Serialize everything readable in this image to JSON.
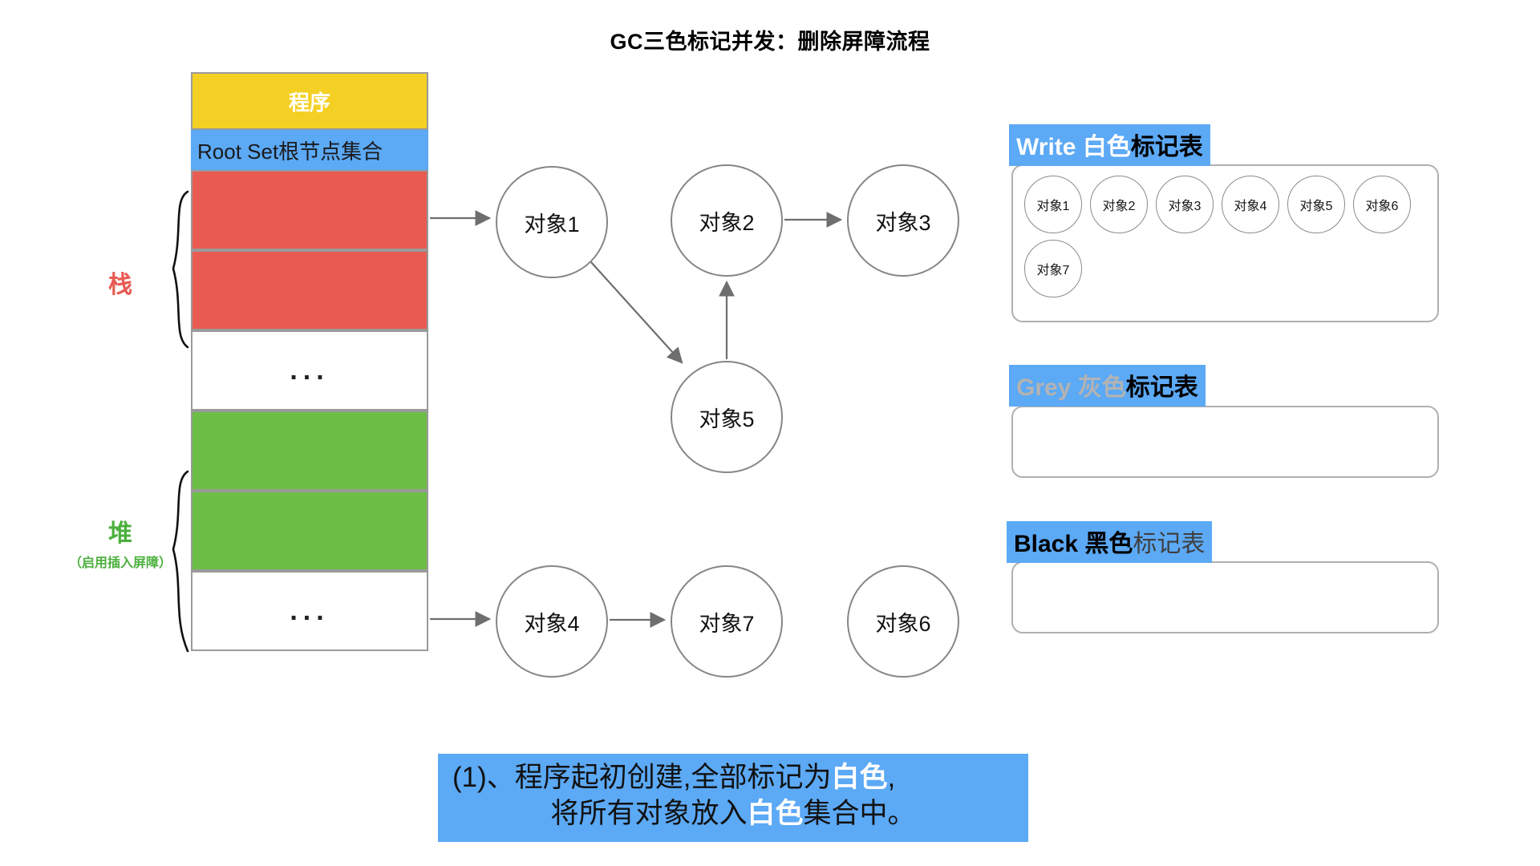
{
  "title": "GC三色标记并发：删除屏障流程",
  "memory": {
    "program_label": "程序",
    "rootset_label": "Root Set根节点集合",
    "ellipsis": "...",
    "stack_label": "栈",
    "heap_label": "堆",
    "heap_sublabel": "（启用插入屏障）"
  },
  "graph": {
    "nodes": [
      {
        "id": "obj1",
        "label": "对象1"
      },
      {
        "id": "obj2",
        "label": "对象2"
      },
      {
        "id": "obj3",
        "label": "对象3"
      },
      {
        "id": "obj5",
        "label": "对象5"
      },
      {
        "id": "obj4",
        "label": "对象4"
      },
      {
        "id": "obj7",
        "label": "对象7"
      },
      {
        "id": "obj6",
        "label": "对象6"
      }
    ],
    "edges": [
      {
        "from": "rootset-stack",
        "to": "obj1"
      },
      {
        "from": "obj1",
        "to": "obj5"
      },
      {
        "from": "obj5",
        "to": "obj2"
      },
      {
        "from": "obj2",
        "to": "obj3"
      },
      {
        "from": "heap-slot",
        "to": "obj4"
      },
      {
        "from": "obj4",
        "to": "obj7"
      }
    ]
  },
  "tables": [
    {
      "id": "white",
      "header_en": "Write",
      "header_color_cn": "白色",
      "header_suffix": "标记表",
      "items": [
        "对象1",
        "对象2",
        "对象3",
        "对象4",
        "对象5",
        "对象6",
        "对象7"
      ]
    },
    {
      "id": "grey",
      "header_en": "Grey",
      "header_color_cn": "灰色",
      "header_suffix": "标记表",
      "items": []
    },
    {
      "id": "black",
      "header_en": "Black",
      "header_color_cn": "黑色",
      "header_suffix": "标记表",
      "items": []
    }
  ],
  "caption": {
    "line1_pre": "(1)、程序起初创建,全部标记为",
    "line1_hl": "白色",
    "line1_post": ",",
    "line2_pre": "将所有对象放入",
    "line2_hl": "白色",
    "line2_post": "集合中。"
  },
  "colors": {
    "yellow": "#F5D024",
    "blue": "#5CA9F5",
    "red": "#E85A52",
    "green": "#6CBE45",
    "node_stroke": "#868686",
    "arrow": "#6e6e6e"
  }
}
